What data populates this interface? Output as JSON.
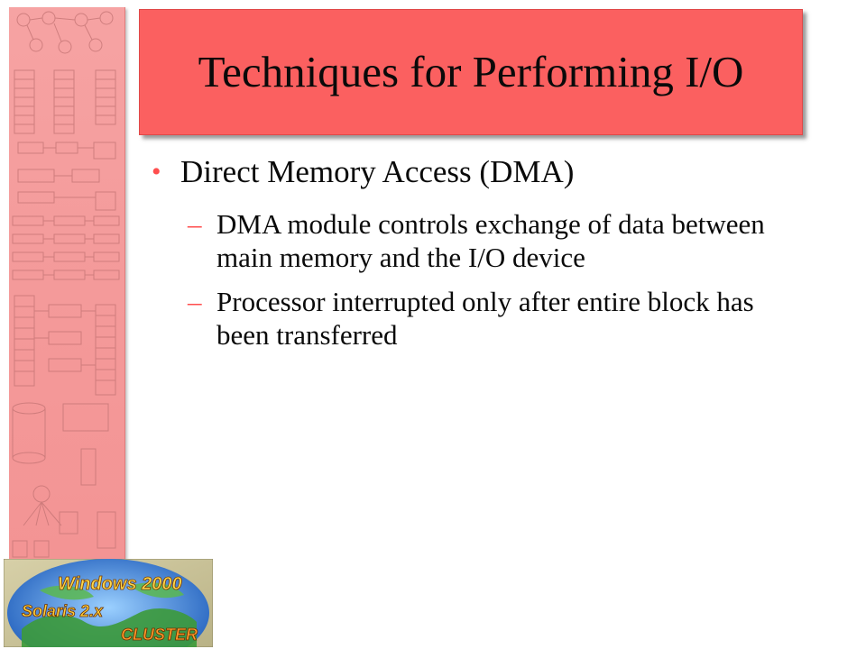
{
  "slide": {
    "title": "Techniques for Performing I/O",
    "bullets": [
      {
        "mark": "•",
        "text": "Direct Memory Access (DMA)",
        "sub": [
          {
            "mark": "–",
            "text": "DMA module controls exchange of data between main memory and the I/O device"
          },
          {
            "mark": "–",
            "text": "Processor interrupted only after entire block has been transferred"
          }
        ]
      }
    ]
  },
  "logo": {
    "line1": "Windows 2000",
    "line2": "Solaris 2.x",
    "line3": "CLUSTER"
  },
  "colors": {
    "title_bg": "#fb6060",
    "accent": "#ff4e4e",
    "strip_bg": "#f49a9a",
    "text": "#0a0a0a"
  }
}
